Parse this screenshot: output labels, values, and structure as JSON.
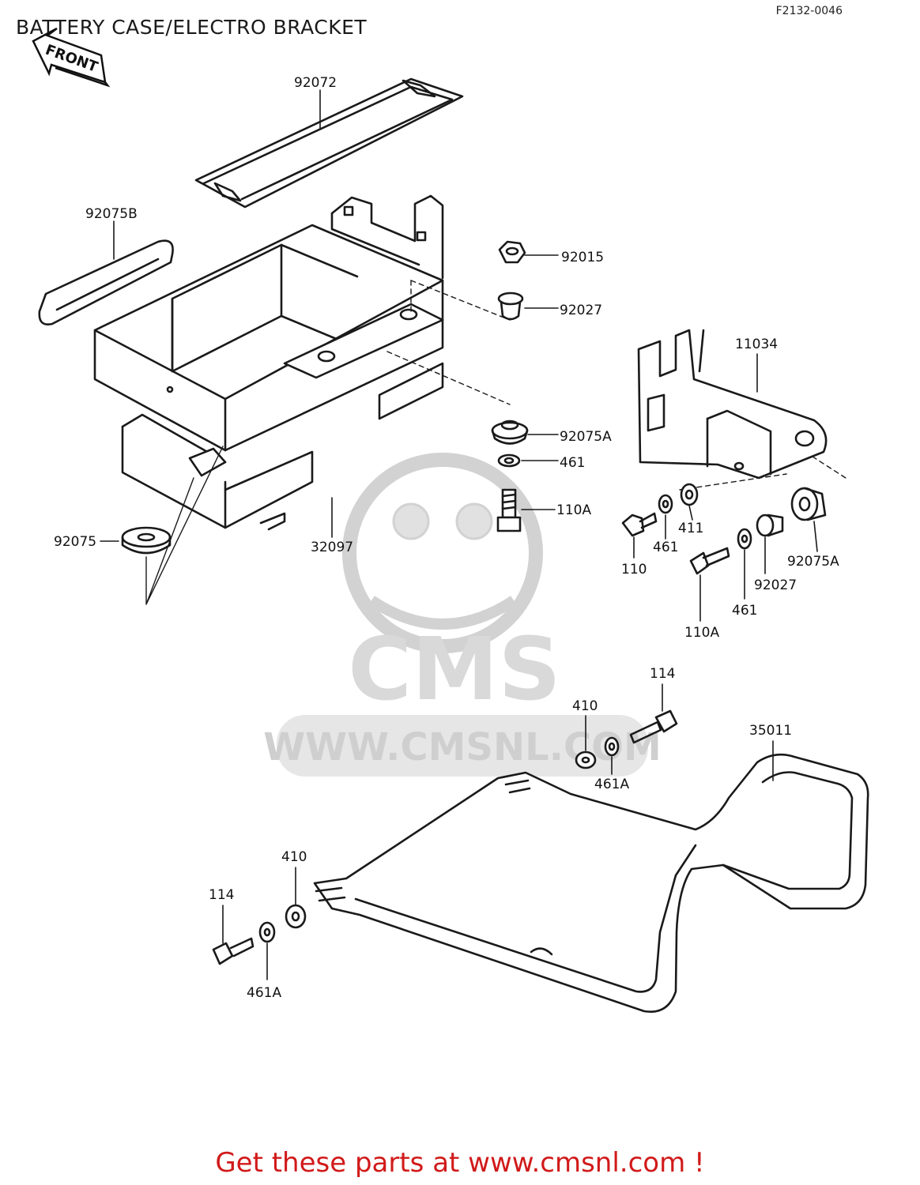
{
  "title": "BATTERY CASE/ELECTRO BRACKET",
  "reference": "F2132-0046",
  "front_arrow_text": "FRONT",
  "watermark": {
    "brand": "CMS",
    "url": "WWW.CMSNL.COM"
  },
  "footer": {
    "text": "Get these parts at www.cmsnl.com !",
    "color": "#d11a1a"
  },
  "colors": {
    "line": "#1a1a1a",
    "watermark": "#dcdcdc"
  },
  "labels": {
    "p92072": "92072",
    "p92075B": "92075B",
    "p92015": "92015",
    "p92027a": "92027",
    "p11034": "11034",
    "p92075Aa": "92075A",
    "p461a": "461",
    "p110Aa": "110A",
    "p92075": "92075",
    "p32097": "32097",
    "p411": "411",
    "p461b": "461",
    "p110": "110",
    "p92075Ab": "92075A",
    "p92027b": "92027",
    "p461c": "461",
    "p110Ab": "110A",
    "p114a": "114",
    "p410a": "410",
    "p461Aa": "461A",
    "p35011": "35011",
    "p410b": "410",
    "p114b": "114",
    "p461Ab": "461A"
  }
}
